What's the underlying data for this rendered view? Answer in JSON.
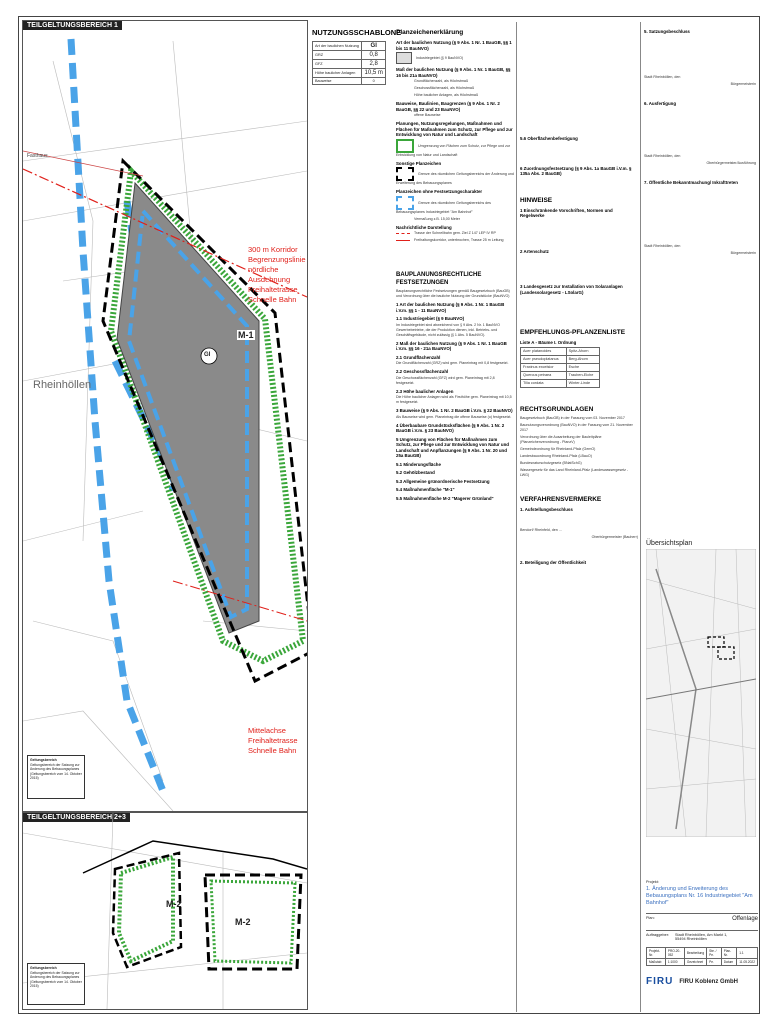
{
  "colors": {
    "red_note": "#e0201a",
    "green_border": "#3aa63a",
    "blue_dash": "#4aa3e8",
    "plan_gray": "#8a8a8a"
  },
  "section1": {
    "title": "TEILGELTUNGSBEREICH 1",
    "street": "Rheinhöllen",
    "road_label": "Fasthaus",
    "note_corridor": "300 m Korridor Begrenzungslinie nördliche Ausdehnung Freihaltetrasse Schnelle Bahn",
    "note_freihalte": "Mittelachse Freihaltetrasse Schnelle Bahn",
    "zone_label": "M-1",
    "gi_label": "GI",
    "legend_box": [
      "Geltungsbereich",
      "Geltungsbereich der Satzung zur Änderung des Bebauungsplanes",
      "(Geltungsbereich vom 14. Oktober 2015)"
    ]
  },
  "section2": {
    "title": "TEILGELTUNGSBEREICH 2+3",
    "zone_a": "M-2",
    "zone_b": "M-2",
    "legend_box": [
      "Geltungsbereich",
      "Geltungsbereich der Satzung zur Änderung des Bebauungsplanes",
      "(Geltungsbereich vom 14. Oktober 2015)"
    ]
  },
  "schablone": {
    "title": "NUTZUNGSSCHABLONE",
    "rows": [
      [
        "Art der baulichen Nutzung",
        "GI"
      ],
      [
        "GRZ",
        "0,8",
        "GFZ",
        "2,8"
      ],
      [
        "Höhe baulicher Anlagen",
        "10,5 m"
      ],
      [
        "Bauweise",
        "0"
      ]
    ]
  },
  "planz": {
    "title": "Planzeichenerklärung",
    "items": [
      "Art der baulichen Nutzung (§ 9 Abs. 1 Nr. 1 BauGB, §§ 1 bis 11 BauNVO)",
      "Industriegebiet (§ 9 BauNVO)",
      "Maß der baulichen Nutzung (§ 9 Abs. 1 Nr. 1 BauGB, §§ 16 bis 21a BauNVO)",
      "Grundflächenzahl, als Höchstmaß",
      "Geschossflächenzahl, als Höchstmaß",
      "Höhe baulicher Anlagen, als Höchstmaß",
      "Bauweise, Baulinien, Baugrenzen (§ 9 Abs. 1 Nr. 2 BauGB, §§ 22 und 23 BauNVO)",
      "offene Bauweise",
      "Planungen, Nutzungsregelungen, Maßnahmen und Flächen für Maßnahmen zum Schutz, zur Pflege und zur Entwicklung von Natur und Landschaft",
      "Umgrenzung von Flächen zum Schutz, zur Pflege und zur Entwicklung von Natur und Landschaft",
      "Sonstige Planzeichen",
      "Grenze des räumlichen Geltungsbereichs der Änderung und Erweiterung des Bebauungsplanes",
      "Planzeichen ohne Festsetzungscharakter",
      "Grenze des räumlichen Geltungsbereichs des Bebauungsplanes Industriegebiet \"Am Bahnhof\"",
      "Vermaßung z.B. 15,00 Meter",
      "Nachrichtliche Darstellung",
      "Trasse der Schnellbahn gem. Ziel Z 147 LEP IV RP",
      "Freihaltungskorridor, unterbrochen, Trasse 25 m Leitung"
    ]
  },
  "festsetzungen": {
    "title": "BAUPLANUNGSRECHTLICHE FESTSETZUNGEN",
    "items": [
      "Bauplanungsrechtliche Festsetzungen gemäß Baugesetzbuch (BauGB) und Verordnung über die bauliche Nutzung der Grundstücke (BauNVO)",
      "1 Art der baulichen Nutzung (§ 9 Abs. 1 Nr. 1 BauGB i.V.m. §§ 1 - 11 BauNVO)",
      "1.1 Industriegebiet (§ 9 BauNVO)",
      "Im Industriegebiet sind abweichend von § 9 Abs. 2 Nr. 1 BauNVO Gewerbebetriebe, die der Produktion dienen, inkl. Betriebs- und Geschäftsgebäude, nicht zulässig (§ 1 Abs. 5 BauNVO).",
      "2 Maß der baulichen Nutzung (§ 9 Abs. 1 Nr. 1 BauGB i.V.m. §§ 16 - 21a BauNVO)",
      "2.1 Grundflächenzahl",
      "Die Grundflächenzahl (GRZ) wird gem. Planeintrag mit 0,8 festgesetzt.",
      "2.2 Geschossflächenzahl",
      "Die Geschossflächenzahl (GFZ) wird gem. Planeintrag mit 2,8 festgesetzt.",
      "2.3 Höhe baulicher Anlagen",
      "Die Höhe baulicher Anlagen wird als Firsthöhe gem. Planeintrag mit 10,5 m festgesetzt.",
      "3 Bauweise (§ 9 Abs. 1 Nr. 2 BauGB i.V.m. § 22 BauNVO)",
      "Als Bauweise wird gem. Planeintrag die offene Bauweise (o) festgesetzt.",
      "4 Überbaubare Grundstücksflächen (§ 9 Abs. 1 Nr. 2 BauGB i.V.m. § 23 BauNVO)",
      "5 Umgrenzung von Flächen für Maßnahmen zum Schutz, zur Pflege und zur Entwicklung von Natur und Landschaft und Anpflanzungen (§ 9 Abs. 1 Nr. 20 und 25a BauGB)",
      "5.1 Minderungsfläche",
      "5.2 Gehölzbestand",
      "5.3 Allgemeine grünordnerische Festsetzung",
      "5.4 Maßnahmenfläche \"M-1\"",
      "5.5 Maßnahmenfläche M-2 \"Magerer Grünland\""
    ]
  },
  "middle2": {
    "items": [
      "5.6 Oberflächenbefestigung",
      "6 Zuordnungsfestsetzung (§ 9 Abs. 1a BauGB i.V.m. § 135a Abs. 2 BauGB)"
    ],
    "hinweise_title": "HINWEISE",
    "hinweise": [
      "1 Einschränkende Vorschriften, Normen und Regelwerke",
      "2 Artenschutz",
      "3 Landesgesetz zur Installation von Solaranlagen (Landessolargesetz - LSolarG)"
    ],
    "empf_title": "EMPFEHLUNGS-PFLANZENLISTE",
    "empf_sub": "Liste A - Bäume I. Ordnung",
    "empf_table": [
      [
        "Acer platanoides",
        "Spitz-Ahorn"
      ],
      [
        "Acer pseudoplatanus",
        "Berg-Ahorn"
      ],
      [
        "Fraxinus excelsior",
        "Esche"
      ],
      [
        "Quercus petraea",
        "Trauben-Eiche"
      ],
      [
        "Tilia cordata",
        "Winter-Linde"
      ]
    ],
    "recht_title": "RECHTSGRUNDLAGEN",
    "recht": [
      "Baugesetzbuch (BauGB) in der Fassung vom 03. November 2017",
      "Baunutzungsverordnung (BauNVO) in der Fassung vom 21. November 2017",
      "Verordnung über die Ausarbeitung der Bauleitpläne (Planzeichenverordnung - PlanzV)",
      "Gemeindeordnung für Rheinland-Pfalz (GemO)",
      "Landesbauordnung Rheinland-Pfalz (LBauO)",
      "Bundesnaturschutzgesetz (BNatSchG)",
      "Wassergesetz für das Land Rheinland-Pfalz (Landeswassergesetz - LWG)"
    ],
    "verf_title": "VERFAHRENSVERMERKE",
    "verf": [
      "1. Aufstellungsbeschluss",
      "2. Beteiligung der Öffentlichkeit",
      "Bendorf/ Rheinfeld, den ...",
      "Oberbürgermeister (Bauherr)"
    ]
  },
  "right": {
    "items": [
      "5. Satzungsbeschluss",
      "6. Ausfertigung",
      "7. Öffentliche Bekanntmachung/ Inkrafttreten"
    ],
    "sign_city": "Stadt Rheinböllen, den",
    "sign_role": "Bürgermeisterin",
    "sign_role2": "Oberbürgermeister/Ausführung"
  },
  "uebersicht": {
    "title": "Übersichtsplan"
  },
  "project": {
    "label": "Projekt:",
    "name": "1. Änderung und Erweiterung des Bebauungsplans Nr. 16 Industriegebiet \"Am Bahnhof\"",
    "plan_label": "Plan:",
    "plan_value": "Offenlage",
    "client_label": "Auftraggeber:",
    "client_value": "Stadt Rheinböllen, Am Markt 1, 55494 Rheinböllen",
    "meta": [
      [
        "Projekt-Nr.",
        "PRO-20-052"
      ],
      [
        "Bearbeitung",
        "Ste. / Pe."
      ],
      [
        "Plan-Nr.",
        "1.1"
      ],
      [
        "Maßstab",
        "1:1000"
      ],
      [
        "Gezeichnet",
        "Pe."
      ],
      [
        "Datum",
        "11.05.2022"
      ]
    ]
  },
  "firm": {
    "name": "FIRU Koblenz GmbH",
    "logo": "FIRU"
  }
}
